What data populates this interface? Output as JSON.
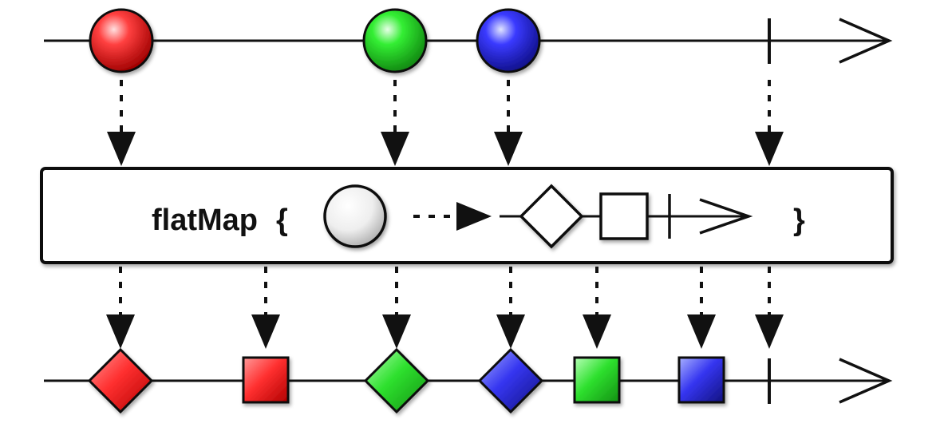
{
  "operator": {
    "name": "flatMap",
    "open_brace": "{",
    "close_brace": "}"
  },
  "colors": {
    "line": "#111111",
    "red": "#e02020",
    "green": "#22dd22",
    "blue": "#2a2ae8",
    "neutral": "#d8d8d8",
    "box_fill": "#ffffff"
  },
  "input_stream": {
    "items": [
      {
        "shape": "circle",
        "color": "red"
      },
      {
        "shape": "circle",
        "color": "green"
      },
      {
        "shape": "circle",
        "color": "blue"
      }
    ],
    "terminates": true
  },
  "inner_stream": {
    "source_shape": "circle",
    "items": [
      {
        "shape": "diamond"
      },
      {
        "shape": "square"
      }
    ],
    "terminates": true
  },
  "output_stream": {
    "items": [
      {
        "shape": "diamond",
        "color": "red"
      },
      {
        "shape": "square",
        "color": "red"
      },
      {
        "shape": "diamond",
        "color": "green"
      },
      {
        "shape": "diamond",
        "color": "blue"
      },
      {
        "shape": "square",
        "color": "green"
      },
      {
        "shape": "square",
        "color": "blue"
      }
    ],
    "terminates": true
  }
}
